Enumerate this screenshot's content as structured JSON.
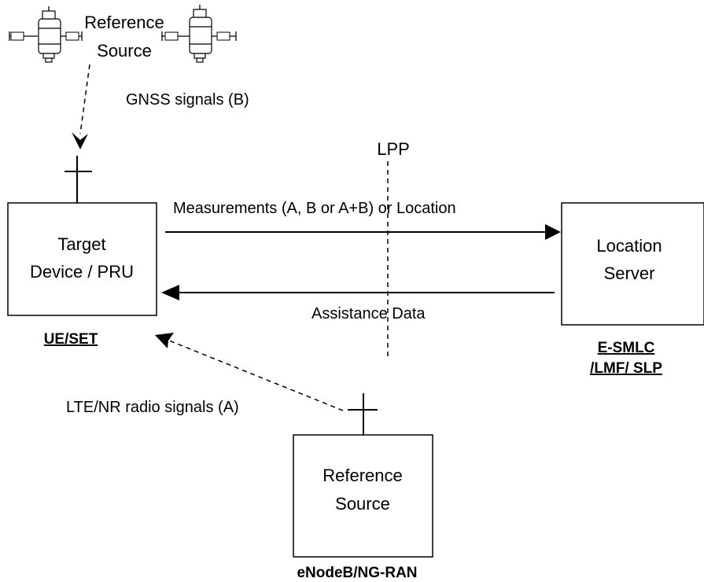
{
  "satellite_source": {
    "label_line1": "Reference",
    "label_line2": "Source"
  },
  "gnss_signal": {
    "label": "GNSS signals (B)"
  },
  "lpp": {
    "label": "LPP"
  },
  "target_device": {
    "line1": "Target",
    "line2": "Device / PRU",
    "caption": "UE/SET"
  },
  "location_server": {
    "line1": "Location",
    "line2": "Server",
    "caption_line1": "E-SMLC",
    "caption_line2": "/LMF/ SLP"
  },
  "measurements": {
    "label": "Measurements (A, B or A+B) or Location"
  },
  "assistance": {
    "label": "Assistance Data"
  },
  "radio_signal": {
    "label": "LTE/NR radio signals (A)"
  },
  "base_station": {
    "line1": "Reference",
    "line2": "Source",
    "caption": "eNodeB/NG-RAN"
  }
}
